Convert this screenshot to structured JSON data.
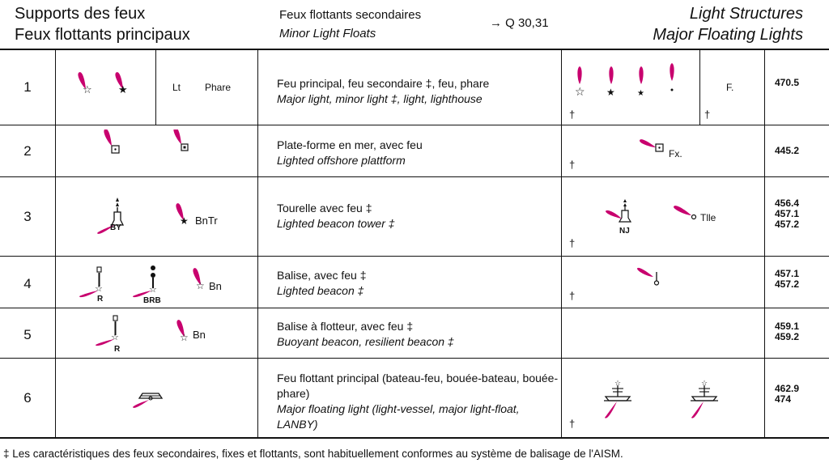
{
  "header": {
    "left_line1": "Supports des feux",
    "left_line2": "Feux flottants principaux",
    "mid_line1": "Feux flottants secondaires",
    "mid_line2": "Minor Light Floats",
    "cross_ref": "→ Q 30,31",
    "right_line1": "Light Structures",
    "right_line2": "Major Floating Lights"
  },
  "rows": [
    {
      "num": "1",
      "desc_fr": "Feu principal, feu secondaire ‡, feu, phare",
      "desc_en": "Major light, minor light ‡, light, lighthouse",
      "abbr_lt": "Lt",
      "abbr_phare": "Phare",
      "abbr_f": "F.",
      "refs": [
        "470.5"
      ]
    },
    {
      "num": "2",
      "desc_fr": "Plate-forme en mer, avec feu",
      "desc_en": "Lighted offshore plattform",
      "abbr_fx": "Fx.",
      "refs": [
        "445.2"
      ]
    },
    {
      "num": "3",
      "desc_fr": "Tourelle avec feu ‡",
      "desc_en": "Lighted beacon tower ‡",
      "label_by": "BY",
      "label_bntr": "BnTr",
      "label_nj": "NJ",
      "label_tlle": "Tlle",
      "refs": [
        "456.4",
        "457.1",
        "457.2"
      ]
    },
    {
      "num": "4",
      "desc_fr": "Balise, avec feu ‡",
      "desc_en": "Lighted beacon ‡",
      "label_r": "R",
      "label_brb": "BRB",
      "label_bn": "Bn",
      "refs": [
        "457.1",
        "457.2"
      ]
    },
    {
      "num": "5",
      "desc_fr": "Balise à flotteur, avec feu ‡",
      "desc_en": "Buoyant beacon, resilient beacon ‡",
      "label_r": "R",
      "label_bn": "Bn",
      "refs": [
        "459.1",
        "459.2"
      ]
    },
    {
      "num": "6",
      "desc_fr": "Feu flottant principal (bateau-feu, bouée-bateau, bouée-phare)",
      "desc_en": "Major floating light (light-vessel, major light-float, LANBY)",
      "refs": [
        "462.9",
        "474"
      ]
    }
  ],
  "dagger": "†",
  "footer": "‡ Les caractéristiques des feux secondaires, fixes et flottants, sont habituellement conformes au système de balisage de l'AISM.",
  "colors": {
    "flare": "#c8006e",
    "ink": "#111111"
  }
}
